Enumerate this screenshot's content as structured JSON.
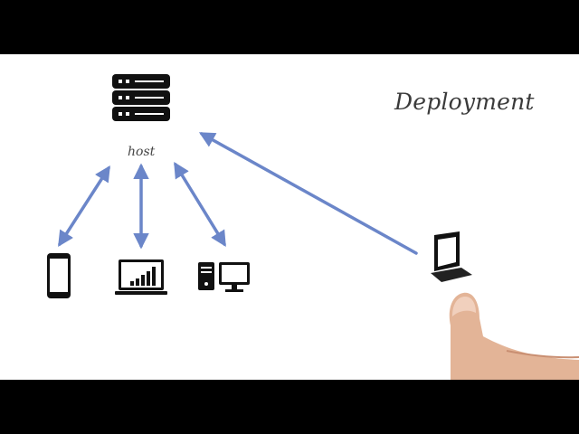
{
  "diagram": {
    "title": "Deployment",
    "host_label": "host",
    "accent_color": "#6b86c9"
  },
  "icons": {
    "server": "server-icon",
    "phone": "phone-icon",
    "laptop_chart": "laptop-chart-icon",
    "desktop": "desktop-computer-icon",
    "developer_laptop": "laptop-icon",
    "hand": "pointing-hand"
  }
}
